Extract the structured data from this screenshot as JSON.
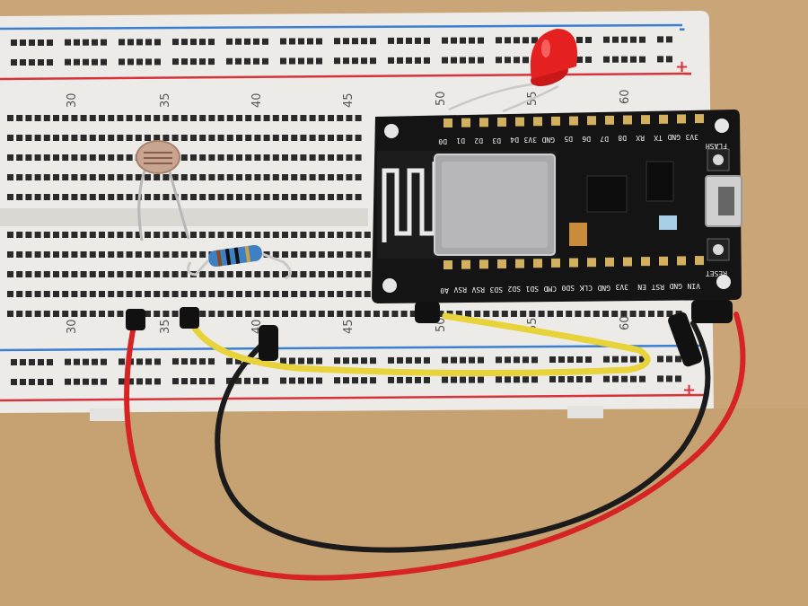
{
  "breadboard": {
    "top_rail_minus": "-",
    "top_rail_plus": "+",
    "bottom_rail_plus": "+",
    "column_numbers_top": [
      "30",
      "35",
      "40",
      "45",
      "50",
      "55",
      "60"
    ],
    "column_numbers_bottom": [
      "30",
      "35",
      "40",
      "45",
      "50",
      "55",
      "60"
    ]
  },
  "nodemcu": {
    "top_pins": [
      "3V3",
      "GND",
      "TX",
      "RX",
      "D8",
      "D7",
      "D6",
      "D5",
      "GND",
      "3V3",
      "D4",
      "D3",
      "D2",
      "D1",
      "D0"
    ],
    "bottom_pins": [
      "VIN",
      "GND",
      "RST",
      "EN",
      "3V3",
      "GND",
      "CLK",
      "SD0",
      "CMD",
      "SD1",
      "SD2",
      "SD3",
      "RSV",
      "RSV",
      "A0"
    ],
    "flash_label": "FLASH",
    "reset_label": "RESET"
  },
  "colors": {
    "wood": "#c9a577",
    "board": "#ecebe7",
    "rail_blue": "#3b7fd1",
    "rail_red": "#d8323c",
    "pcb": "#141414",
    "wire_red": "#d62424",
    "wire_black": "#1b1b1b",
    "wire_yellow": "#e8d33a",
    "led_red": "#e52020"
  },
  "components": [
    "breadboard",
    "nodemcu-esp8266",
    "photoresistor",
    "resistor",
    "red-led",
    "jumper-wires"
  ]
}
